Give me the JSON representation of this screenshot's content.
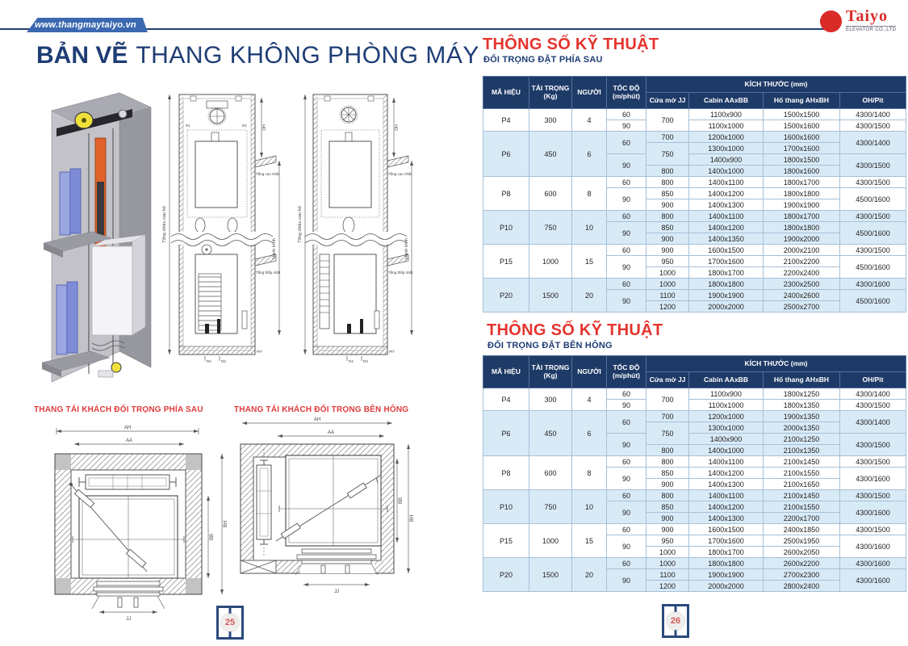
{
  "page": {
    "banner_url": "www.thangmaytaiyo.vn",
    "title_bold": "BẢN VẼ",
    "title_rest": "THANG KHÔNG PHÒNG MÁY"
  },
  "logo": {
    "wordmark": "Taiyo",
    "subtext": "ELEVATOR CO.,LTD"
  },
  "drawings": {
    "caption_rear": "THANG TẢI KHÁCH ĐỐI TRỌNG PHÍA SAU",
    "caption_side": "THANG TẢI KHÁCH ĐỐI TRỌNG BÊN HÔNG",
    "labels": {
      "total_height": "Tổng chiều cao hố",
      "travel": "Hành trình",
      "top_floor": "Tầng cao nhất",
      "bottom_floor": "Tầng thấp nhất",
      "oh": "OH",
      "pit": "PIT",
      "r1": "R1",
      "r2": "R2",
      "r3": "R3",
      "r4": "R4",
      "ah": "AH",
      "aa": "AA",
      "bb": "BB",
      "bh": "BH",
      "jj": "JJ"
    }
  },
  "colors": {
    "accent_red": "#e5342e",
    "navy": "#1e3a67",
    "row_blue": "#d9eaf7",
    "logo_red": "#d92b27",
    "banner_blue": "#3b68b0"
  },
  "footer": {
    "left_page": "25",
    "right_page": "26"
  },
  "spec_tables": [
    {
      "title": "THÔNG SỐ KỸ THUẬT",
      "subtitle": "ĐỐI TRỌNG ĐẶT PHÍA SAU",
      "header": {
        "model": "MÃ HIỆU",
        "load": "TÀI TRỌNG\n(Kg)",
        "persons": "NGƯỜI",
        "speed": "TỐC ĐỘ\n(m/phút)",
        "size_group": "KÍCH THƯỚC (mm)",
        "sub": [
          "Cửa mở JJ",
          "Cabin AAxBB",
          "Hố thang AHxBH",
          "OH/Pit"
        ]
      },
      "groups": [
        {
          "model": "P4",
          "load": "300",
          "persons": "4",
          "rows": [
            [
              {
                "t": "60"
              },
              {
                "t": "700",
                "rs": 2
              },
              {
                "t": "1100x900"
              },
              {
                "t": "1500x1500"
              },
              {
                "t": "4300/1400"
              }
            ],
            [
              {
                "t": "90"
              },
              {
                "t": "1100x1000"
              },
              {
                "t": "1500x1600"
              },
              {
                "t": "4300/1500"
              }
            ]
          ]
        },
        {
          "model": "P6",
          "load": "450",
          "persons": "6",
          "rows": [
            [
              {
                "t": "60",
                "rs": 2
              },
              {
                "t": "700"
              },
              {
                "t": "1200x1000"
              },
              {
                "t": "1600x1600"
              },
              {
                "t": "4300/1400",
                "rs": 2
              }
            ],
            [
              {
                "t": "750",
                "rs": 2
              },
              {
                "t": "1300x1000"
              },
              {
                "t": "1700x1600"
              }
            ],
            [
              {
                "t": "90",
                "rs": 2
              },
              {
                "t": "1400x900"
              },
              {
                "t": "1800x1500"
              },
              {
                "t": "4300/1500",
                "rs": 2
              }
            ],
            [
              {
                "t": "800"
              },
              {
                "t": "1400x1000"
              },
              {
                "t": "1800x1600"
              }
            ]
          ]
        },
        {
          "model": "P8",
          "load": "600",
          "persons": "8",
          "rows": [
            [
              {
                "t": "60"
              },
              {
                "t": "800"
              },
              {
                "t": "1400x1100"
              },
              {
                "t": "1800x1700"
              },
              {
                "t": "4300/1500"
              }
            ],
            [
              {
                "t": "90",
                "rs": 2
              },
              {
                "t": "850"
              },
              {
                "t": "1400x1200"
              },
              {
                "t": "1800x1800"
              },
              {
                "t": "4500/1600",
                "rs": 2
              }
            ],
            [
              {
                "t": "900"
              },
              {
                "t": "1400x1300"
              },
              {
                "t": "1900x1900"
              }
            ]
          ]
        },
        {
          "model": "P10",
          "load": "750",
          "persons": "10",
          "rows": [
            [
              {
                "t": "60"
              },
              {
                "t": "800"
              },
              {
                "t": "1400x1100"
              },
              {
                "t": "1800x1700"
              },
              {
                "t": "4300/1500"
              }
            ],
            [
              {
                "t": "90",
                "rs": 2
              },
              {
                "t": "850"
              },
              {
                "t": "1400x1200"
              },
              {
                "t": "1800x1800"
              },
              {
                "t": "4500/1600",
                "rs": 2
              }
            ],
            [
              {
                "t": "900"
              },
              {
                "t": "1400x1350"
              },
              {
                "t": "1900x2000"
              }
            ]
          ]
        },
        {
          "model": "P15",
          "load": "1000",
          "persons": "15",
          "rows": [
            [
              {
                "t": "60"
              },
              {
                "t": "900"
              },
              {
                "t": "1600x1500"
              },
              {
                "t": "2000x2100"
              },
              {
                "t": "4300/1500"
              }
            ],
            [
              {
                "t": "90",
                "rs": 2
              },
              {
                "t": "950"
              },
              {
                "t": "1700x1600"
              },
              {
                "t": "2100x2200"
              },
              {
                "t": "4500/1600",
                "rs": 2
              }
            ],
            [
              {
                "t": "1000"
              },
              {
                "t": "1800x1700"
              },
              {
                "t": "2200x2400"
              }
            ]
          ]
        },
        {
          "model": "P20",
          "load": "1500",
          "persons": "20",
          "rows": [
            [
              {
                "t": "60"
              },
              {
                "t": "1000"
              },
              {
                "t": "1800x1800"
              },
              {
                "t": "2300x2500"
              },
              {
                "t": "4300/1600"
              }
            ],
            [
              {
                "t": "90",
                "rs": 2
              },
              {
                "t": "1100"
              },
              {
                "t": "1900x1900"
              },
              {
                "t": "2400x2600"
              },
              {
                "t": "4500/1600",
                "rs": 2
              }
            ],
            [
              {
                "t": "1200"
              },
              {
                "t": "2000x2000"
              },
              {
                "t": "2500x2700"
              }
            ]
          ]
        }
      ]
    },
    {
      "title": "THÔNG SỐ KỸ THUẬT",
      "subtitle": "ĐỐI TRỌNG ĐẶT BÊN HÔNG",
      "header": {
        "model": "MÃ HIỆU",
        "load": "TÀI TRỌNG\n(Kg)",
        "persons": "NGƯỜI",
        "speed": "TỐC ĐỘ\n(m/phút)",
        "size_group": "KÍCH THƯỚC (mm)",
        "sub": [
          "Cửa mở JJ",
          "Cabin AAxBB",
          "Hố thang AHxBH",
          "OH/Pit"
        ]
      },
      "groups": [
        {
          "model": "P4",
          "load": "300",
          "persons": "4",
          "rows": [
            [
              {
                "t": "60"
              },
              {
                "t": "700",
                "rs": 2
              },
              {
                "t": "1100x900"
              },
              {
                "t": "1800x1250"
              },
              {
                "t": "4300/1400"
              }
            ],
            [
              {
                "t": "90"
              },
              {
                "t": "1100x1000"
              },
              {
                "t": "1800x1350"
              },
              {
                "t": "4300/1500"
              }
            ]
          ]
        },
        {
          "model": "P6",
          "load": "450",
          "persons": "6",
          "rows": [
            [
              {
                "t": "60",
                "rs": 2
              },
              {
                "t": "700"
              },
              {
                "t": "1200x1000"
              },
              {
                "t": "1900x1350"
              },
              {
                "t": "4300/1400",
                "rs": 2
              }
            ],
            [
              {
                "t": "750",
                "rs": 2
              },
              {
                "t": "1300x1000"
              },
              {
                "t": "2000x1350"
              }
            ],
            [
              {
                "t": "90",
                "rs": 2
              },
              {
                "t": "1400x900"
              },
              {
                "t": "2100x1250"
              },
              {
                "t": "4300/1500",
                "rs": 2
              }
            ],
            [
              {
                "t": "800"
              },
              {
                "t": "1400x1000"
              },
              {
                "t": "2100x1350"
              }
            ]
          ]
        },
        {
          "model": "P8",
          "load": "600",
          "persons": "8",
          "rows": [
            [
              {
                "t": "60"
              },
              {
                "t": "800"
              },
              {
                "t": "1400x1100"
              },
              {
                "t": "2100x1450"
              },
              {
                "t": "4300/1500"
              }
            ],
            [
              {
                "t": "90",
                "rs": 2
              },
              {
                "t": "850"
              },
              {
                "t": "1400x1200"
              },
              {
                "t": "2100x1550"
              },
              {
                "t": "4300/1600",
                "rs": 2
              }
            ],
            [
              {
                "t": "900"
              },
              {
                "t": "1400x1300"
              },
              {
                "t": "2100x1650"
              }
            ]
          ]
        },
        {
          "model": "P10",
          "load": "750",
          "persons": "10",
          "rows": [
            [
              {
                "t": "60"
              },
              {
                "t": "800"
              },
              {
                "t": "1400x1100"
              },
              {
                "t": "2100x1450"
              },
              {
                "t": "4300/1500"
              }
            ],
            [
              {
                "t": "90",
                "rs": 2
              },
              {
                "t": "850"
              },
              {
                "t": "1400x1200"
              },
              {
                "t": "2100x1550"
              },
              {
                "t": "4300/1600",
                "rs": 2
              }
            ],
            [
              {
                "t": "900"
              },
              {
                "t": "1400x1300"
              },
              {
                "t": "2200x1700"
              }
            ]
          ]
        },
        {
          "model": "P15",
          "load": "1000",
          "persons": "15",
          "rows": [
            [
              {
                "t": "60"
              },
              {
                "t": "900"
              },
              {
                "t": "1600x1500"
              },
              {
                "t": "2400x1850"
              },
              {
                "t": "4300/1500"
              }
            ],
            [
              {
                "t": "90",
                "rs": 2
              },
              {
                "t": "950"
              },
              {
                "t": "1700x1600"
              },
              {
                "t": "2500x1950"
              },
              {
                "t": "4300/1600",
                "rs": 2
              }
            ],
            [
              {
                "t": "1000"
              },
              {
                "t": "1800x1700"
              },
              {
                "t": "2600x2050"
              }
            ]
          ]
        },
        {
          "model": "P20",
          "load": "1500",
          "persons": "20",
          "rows": [
            [
              {
                "t": "60"
              },
              {
                "t": "1000"
              },
              {
                "t": "1800x1800"
              },
              {
                "t": "2600x2200"
              },
              {
                "t": "4300/1600"
              }
            ],
            [
              {
                "t": "90",
                "rs": 2
              },
              {
                "t": "1100"
              },
              {
                "t": "1900x1900"
              },
              {
                "t": "2700x2300"
              },
              {
                "t": "4300/1600",
                "rs": 2
              }
            ],
            [
              {
                "t": "1200"
              },
              {
                "t": "2000x2000"
              },
              {
                "t": "2800x2400"
              }
            ]
          ]
        }
      ]
    }
  ]
}
